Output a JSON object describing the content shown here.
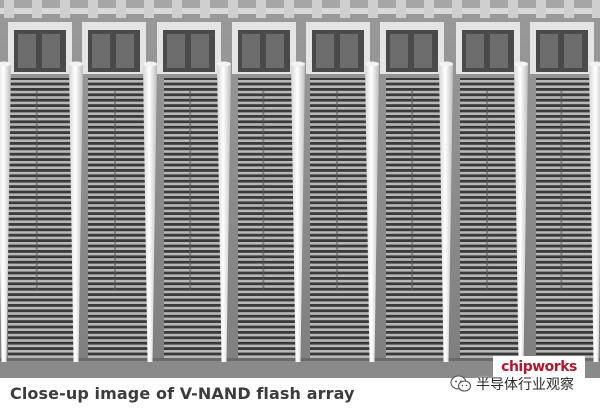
{
  "image": {
    "subject": "scanning-electron-micrograph",
    "palette": {
      "background": "#8c8c8c",
      "dark": "#3a3a3a",
      "bright": "#f2f2f2",
      "mid": "#b8b8b8"
    }
  },
  "caption": {
    "text": "Close-up image of V-NAND flash array"
  },
  "watermark": {
    "icon": "wechat-icon",
    "text": "半导体行业观察"
  },
  "brand_logo": {
    "text": "chipworks",
    "color": "#b5162c"
  }
}
